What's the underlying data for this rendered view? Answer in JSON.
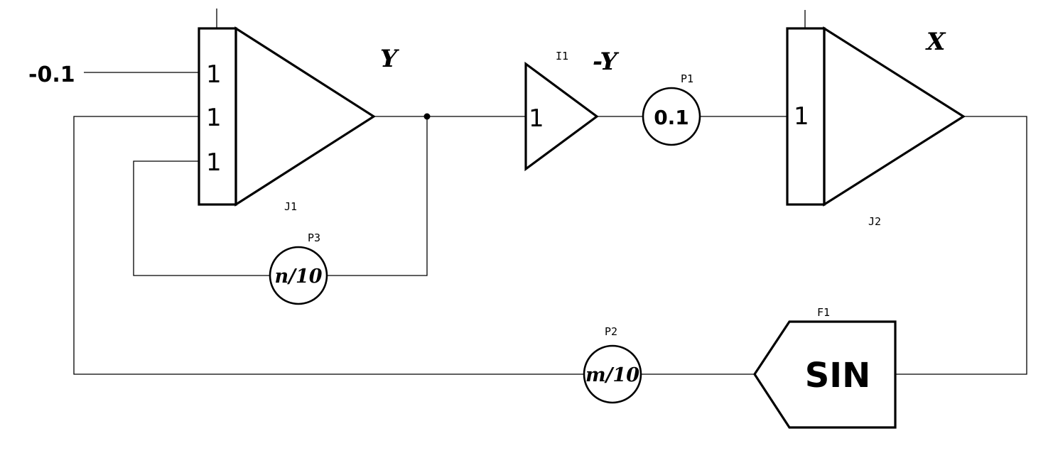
{
  "integrators": [
    {
      "label": "J1",
      "inputs": [
        "1",
        "1",
        "1"
      ],
      "output": "Y"
    },
    {
      "label": "J2",
      "inputs": [
        "1"
      ],
      "output": "X"
    }
  ],
  "inverter": {
    "label": "I1",
    "gain": "1",
    "output": "-Y"
  },
  "potentiometers": [
    {
      "label": "P1",
      "value": "0.1"
    },
    {
      "label": "P2",
      "value": "m/10"
    },
    {
      "label": "P3",
      "value": "n/10"
    }
  ],
  "function_block": {
    "label": "F1",
    "function": "SIN"
  },
  "constant_input": "-0.1"
}
